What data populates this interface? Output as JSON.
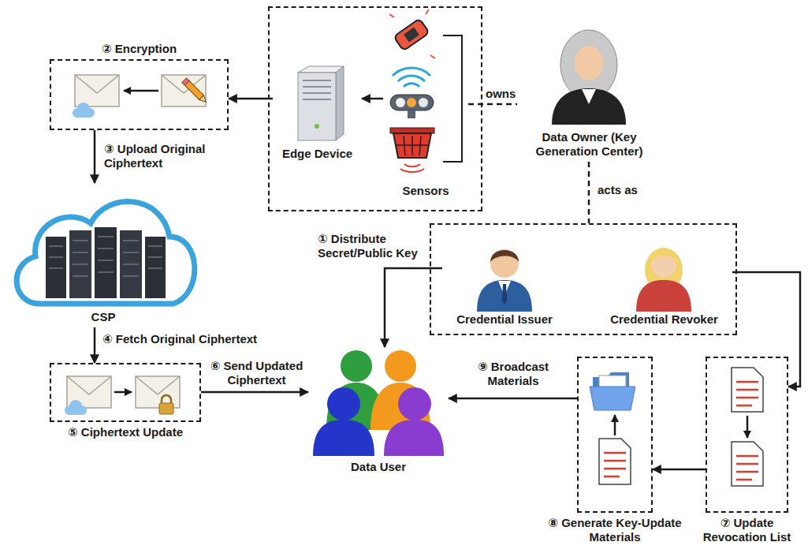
{
  "diagram": {
    "nodes": [
      {
        "text": [
          "② Encryption"
        ]
      },
      {
        "text": []
      },
      {
        "text": [
          "Edge Device"
        ],
        "in": 1
      },
      {
        "text": [
          "Sensors"
        ],
        "in": 1
      },
      {
        "text": [
          "Data Owner (Key Generation Center)"
        ]
      },
      {
        "text": [
          "CSP"
        ]
      },
      {
        "text": []
      },
      {
        "text": [
          "Credential Issuer"
        ],
        "in": 6
      },
      {
        "text": [
          "Credential Revoker"
        ],
        "in": 6
      },
      {
        "text": [
          "⑤ Ciphertext Update"
        ]
      },
      {
        "text": [
          "Data User"
        ]
      },
      {
        "text": [
          "⑧ Generate Key-Update Materials"
        ]
      },
      {
        "text": [
          "⑦ Update Revocation List"
        ]
      }
    ],
    "edges": [
      {
        "from": 3,
        "to": 2,
        "arrow": "to"
      },
      {
        "from": 2,
        "to": 0,
        "arrow": "to"
      },
      {
        "from": 0,
        "to": 5,
        "label": "③ Upload Original Ciphertext",
        "arrow": "to"
      },
      {
        "from": 5,
        "to": 9,
        "label": "④ Fetch Original Ciphertext",
        "arrow": "to"
      },
      {
        "from": 9,
        "to": 10,
        "label": "⑥ Send Updated Ciphertext",
        "arrow": "to"
      },
      {
        "from": 7,
        "to": 10,
        "label": "① Distribute Secret/Public Key",
        "arrow": "to"
      },
      {
        "from": 8,
        "to": 12,
        "arrow": "to"
      },
      {
        "from": 12,
        "to": 11,
        "arrow": "to"
      },
      {
        "from": 11,
        "to": 10,
        "label": "⑨ Broadcast Materials",
        "arrow": "to"
      },
      {
        "from": 3,
        "to": 4,
        "label": "owns",
        "arrow": "none"
      },
      {
        "from": 4,
        "to": 6,
        "label": "acts as",
        "arrow": "none"
      }
    ]
  }
}
